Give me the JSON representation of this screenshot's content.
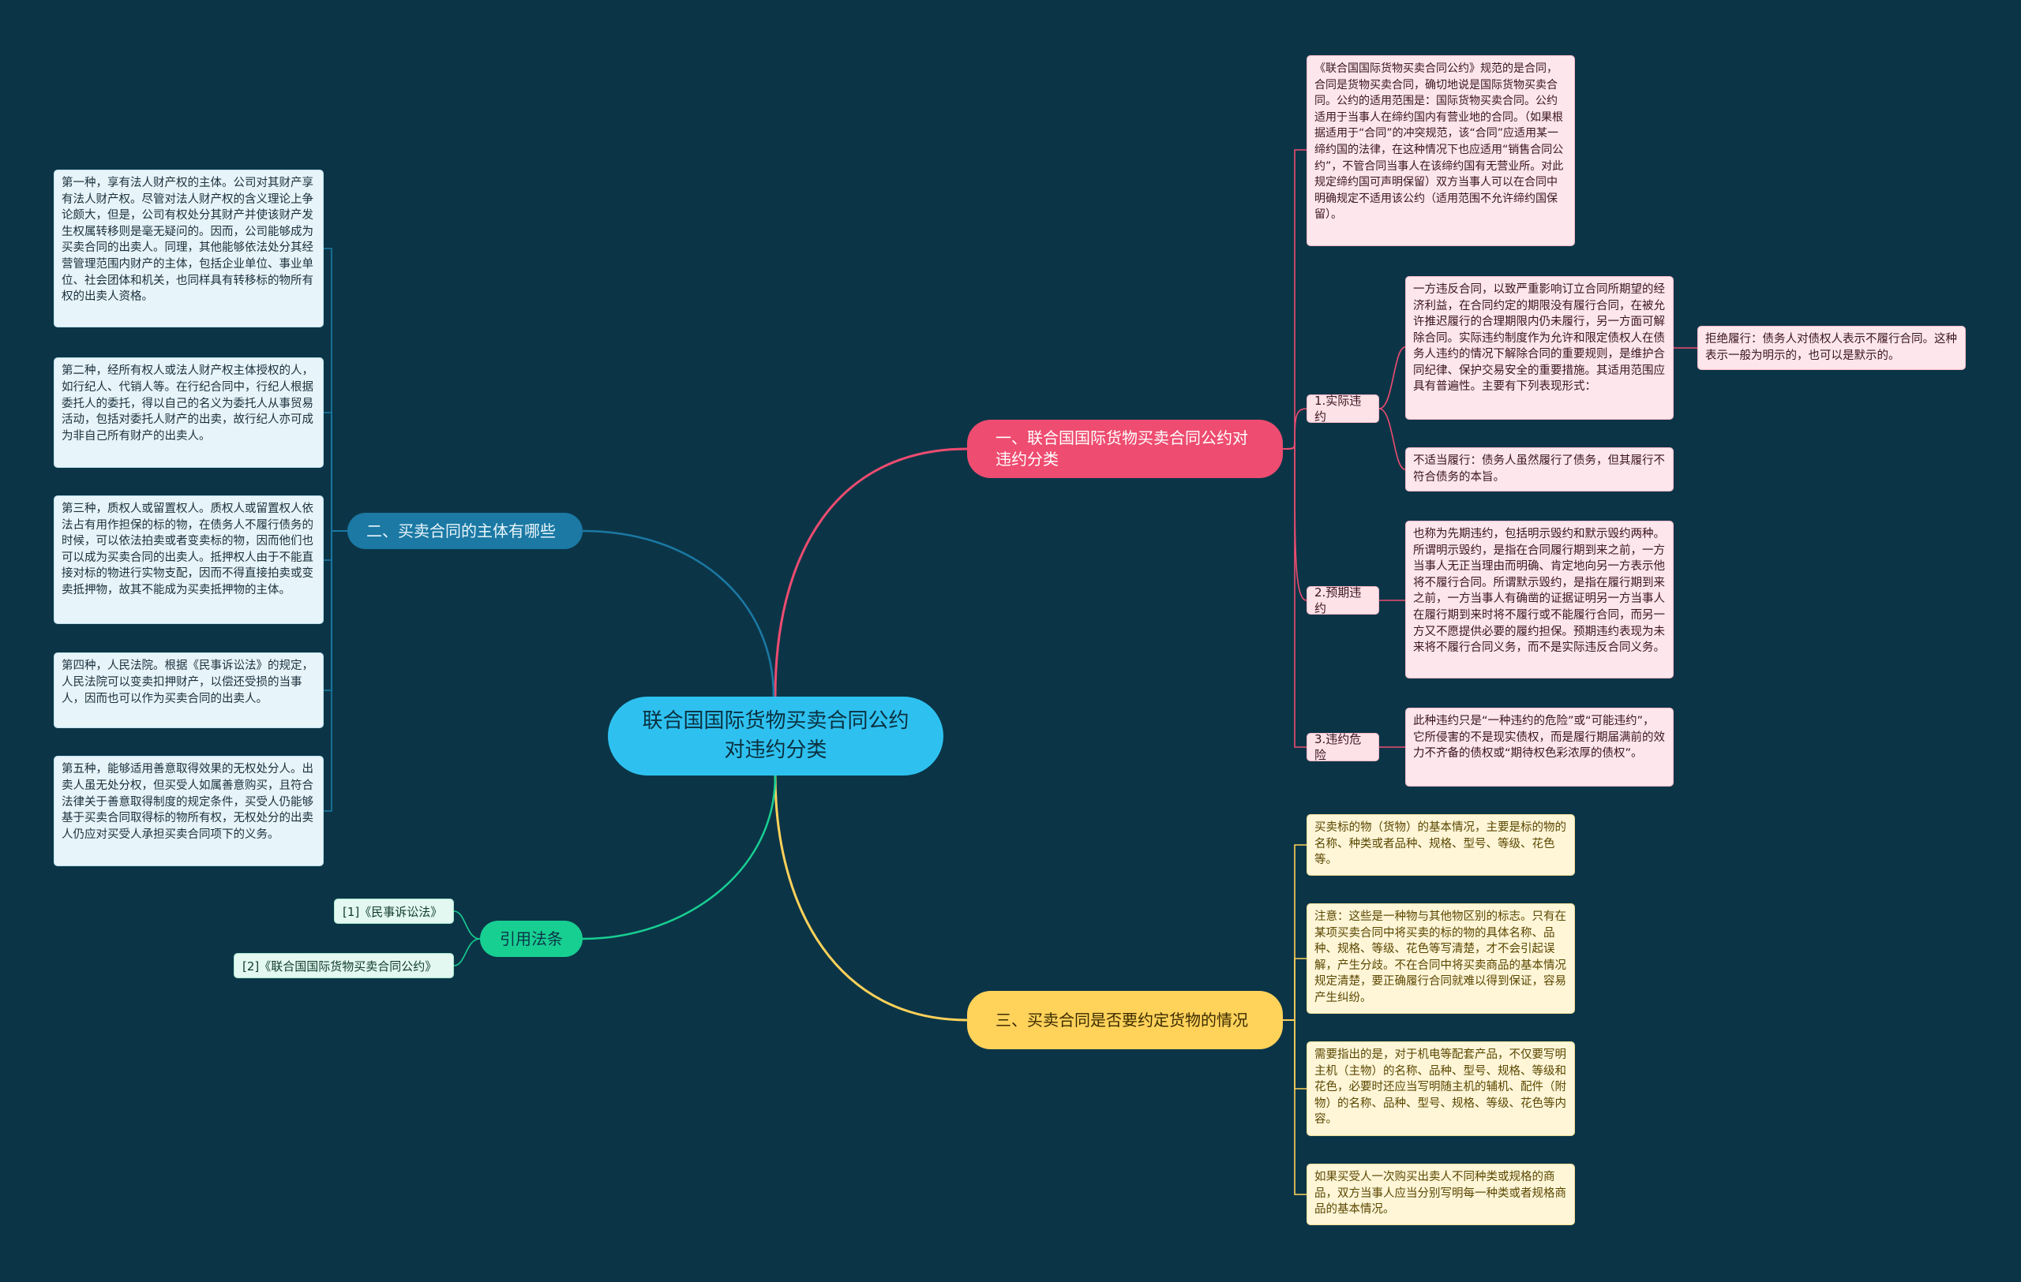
{
  "center": "联合国国际货物买卖合同公约对违约分类",
  "branch1": {
    "title": "一、联合国国际货物买卖合同公约对违约分类",
    "intro": "《联合国国际货物买卖合同公约》规范的是合同，合同是货物买卖合同，确切地说是国际货物买卖合同。公约的适用范围是：国际货物买卖合同。公约适用于当事人在缔约国内有营业地的合同。（如果根据适用于“合同”的冲突规范，该“合同”应适用某一缔约国的法律，在这种情况下也应适用“销售合同公约”，不管合同当事人在该缔约国有无营业所。对此规定缔约国可声明保留）双方当事人可以在合同中明确规定不适用该公约（适用范围不允许缔约国保留）。",
    "actual": {
      "label": "1.实际违约",
      "desc": "一方违反合同，以致严重影响订立合同所期望的经济利益，在合同约定的期限没有履行合同，在被允许推迟履行的合理期限内仍未履行，另一方面可解除合同。实际违约制度作为允许和限定债权人在债务人违约的情况下解除合同的重要规则，是维护合同纪律、保护交易安全的重要措施。其适用范围应具有普遍性。主要有下列表现形式：",
      "refuse": "拒绝履行：债务人对债权人表示不履行合同。这种表示一般为明示的，也可以是默示的。",
      "improper": "不适当履行：债务人虽然履行了债务，但其履行不符合债务的本旨。"
    },
    "anticipatory": {
      "label": "2.预期违约",
      "desc": "也称为先期违约，包括明示毁约和默示毁约两种。所谓明示毁约，是指在合同履行期到来之前，一方当事人无正当理由而明确、肯定地向另一方表示他将不履行合同。所谓默示毁约，是指在履行期到来之前，一方当事人有确凿的证据证明另一方当事人在履行期到来时将不履行或不能履行合同，而另一方又不愿提供必要的履约担保。预期违约表现为未来将不履行合同义务，而不是实际违反合同义务。"
    },
    "danger": {
      "label": "3.违约危险",
      "desc": "此种违约只是“一种违约的危险”或“可能违约”，它所侵害的不是现实债权，而是履行期届满前的效力不齐备的债权或“期待权色彩浓厚的债权”。"
    }
  },
  "branch2": {
    "title": "二、买卖合同的主体有哪些",
    "items": [
      "第一种，享有法人财产权的主体。公司对其财产享有法人财产权。尽管对法人财产权的含义理论上争论颇大，但是，公司有权处分其财产并使该财产发生权属转移则是毫无疑问的。因而，公司能够成为买卖合同的出卖人。同理，其他能够依法处分其经营管理范围内财产的主体，包括企业单位、事业单位、社会团体和机关，也同样具有转移标的物所有权的出卖人资格。",
      "第二种，经所有权人或法人财产权主体授权的人，如行纪人、代销人等。在行纪合同中，行纪人根据委托人的委托，得以自己的名义为委托人从事贸易活动，包括对委托人财产的出卖，故行纪人亦可成为非自己所有财产的出卖人。",
      "第三种，质权人或留置权人。质权人或留置权人依法占有用作担保的标的物，在债务人不履行债务的时候，可以依法拍卖或者变卖标的物，因而他们也可以成为买卖合同的出卖人。抵押权人由于不能直接对标的物进行实物支配，因而不得直接拍卖或变卖抵押物，故其不能成为买卖抵押物的主体。",
      "第四种，人民法院。根据《民事诉讼法》的规定，人民法院可以变卖扣押财产，以偿还受损的当事人，因而也可以作为买卖合同的出卖人。",
      "第五种，能够适用善意取得效果的无权处分人。出卖人虽无处分权，但买受人如属善意购买，且符合法律关于善意取得制度的规定条件，买受人仍能够基于买卖合同取得标的物所有权，无权处分的出卖人仍应对买受人承担买卖合同项下的义务。"
    ]
  },
  "branch3": {
    "title": "引用法条",
    "items": [
      "[1]《民事诉讼法》",
      "[2]《联合国国际货物买卖合同公约》"
    ]
  },
  "branch4": {
    "title": "三、买卖合同是否要约定货物的情况",
    "items": [
      "买卖标的物（货物）的基本情况，主要是标的物的名称、种类或者品种、规格、型号、等级、花色等。",
      "注意：这些是一种物与其他物区别的标志。只有在某项买卖合同中将买卖的标的物的具体名称、品种、规格、等级、花色等写清楚，才不会引起误解，产生分歧。不在合同中将买卖商品的基本情况规定清楚，要正确履行合同就难以得到保证，容易产生纠纷。",
      "需要指出的是，对于机电等配套产品，不仅要写明主机（主物）的名称、品种、型号、规格、等级和花色，必要时还应当写明随主机的辅机、配件（附物）的名称、品种、型号、规格、等级、花色等内容。",
      "如果买受人一次购买出卖人不同种类或规格的商品，双方当事人应当分别写明每一种类或者规格商品的基本情况。"
    ]
  },
  "colors": {
    "background": "#0b3547",
    "center": "#2ec1f0",
    "branch1": "#ee4c70",
    "branch2": "#1b79a4",
    "branch3": "#18cf92",
    "branch4": "#ffd25a"
  }
}
